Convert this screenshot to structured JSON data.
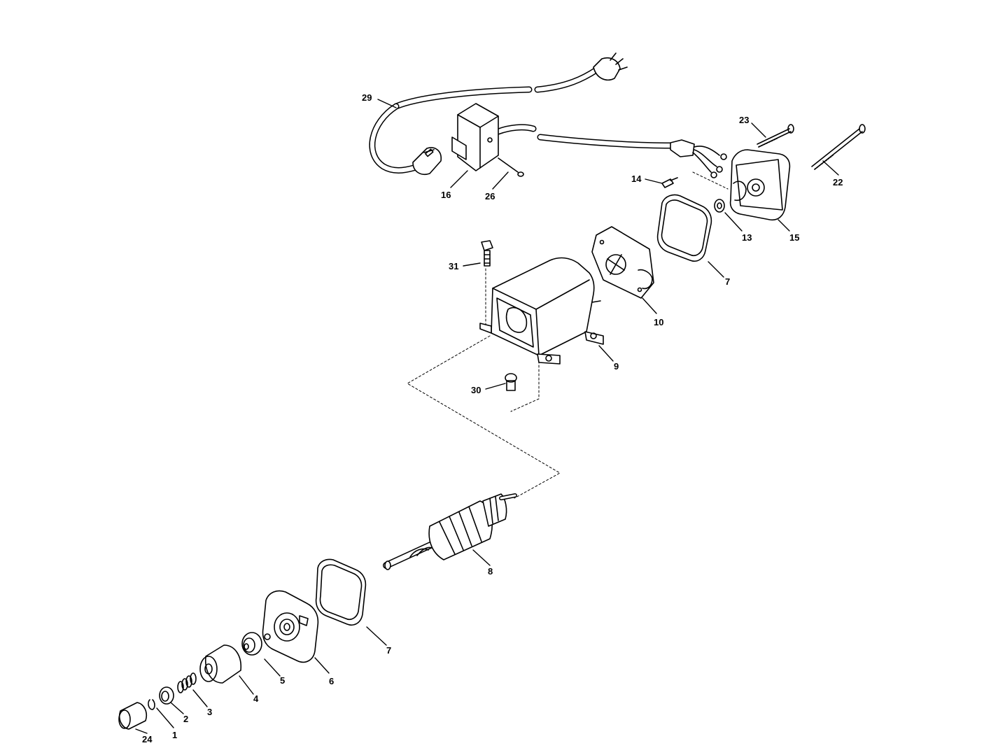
{
  "diagram": {
    "ink_color": "#000000",
    "background_color": "#ffffff",
    "callouts": [
      {
        "id": "29",
        "text": "29"
      },
      {
        "id": "16",
        "text": "16"
      },
      {
        "id": "26",
        "text": "26"
      },
      {
        "id": "23",
        "text": "23"
      },
      {
        "id": "22",
        "text": "22"
      },
      {
        "id": "14",
        "text": "14"
      },
      {
        "id": "13",
        "text": "13"
      },
      {
        "id": "15",
        "text": "15"
      },
      {
        "id": "31",
        "text": "31"
      },
      {
        "id": "7a",
        "text": "7"
      },
      {
        "id": "10",
        "text": "10"
      },
      {
        "id": "9",
        "text": "9"
      },
      {
        "id": "30",
        "text": "30"
      },
      {
        "id": "8",
        "text": "8"
      },
      {
        "id": "7b",
        "text": "7"
      },
      {
        "id": "6",
        "text": "6"
      },
      {
        "id": "5",
        "text": "5"
      },
      {
        "id": "4",
        "text": "4"
      },
      {
        "id": "3",
        "text": "3"
      },
      {
        "id": "2",
        "text": "2"
      },
      {
        "id": "1",
        "text": "1"
      },
      {
        "id": "24",
        "text": "24"
      }
    ]
  }
}
